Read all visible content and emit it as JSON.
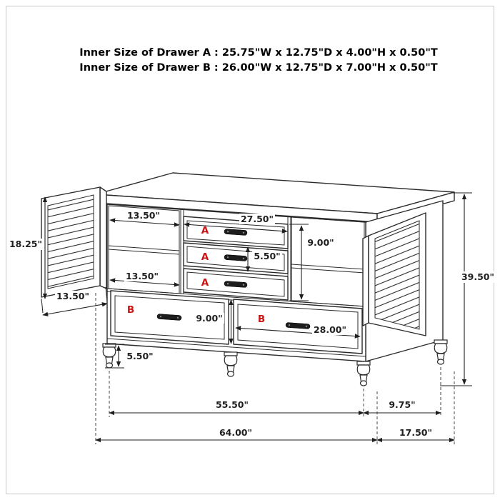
{
  "header": {
    "line1": "Inner Size of Drawer A : 25.75\"W x 12.75\"D x 4.00\"H x 0.50\"T",
    "line2": "Inner Size of Drawer B : 26.00\"W x 12.75\"D x 7.00\"H x 0.50\"T"
  },
  "colors": {
    "line": "#2b2b2b",
    "dimension_text": "#1f1f1f",
    "drawer_label_red": "#cc1414",
    "page_border": "#c9c9c9",
    "background": "#ffffff"
  },
  "drawer_labels": {
    "a": "A",
    "b": "B"
  },
  "dimensions": {
    "door_height": "18.25\"",
    "upper_shelf_width": "13.50\"",
    "lower_shelf_width": "13.50\"",
    "door_width": "13.50\"",
    "drawer_a_width": "27.50\"",
    "drawer_bank_height": "9.00\"",
    "drawer_a_front_height": "5.50\"",
    "drawer_b_front_height": "9.00\"",
    "drawer_b_width": "28.00\"",
    "overall_height": "39.50\"",
    "leg_height": "5.50\"",
    "front_leg_span": "55.50\"",
    "side_leg_span": "9.75\"",
    "overall_width": "64.00\"",
    "overall_depth": "17.50\""
  }
}
